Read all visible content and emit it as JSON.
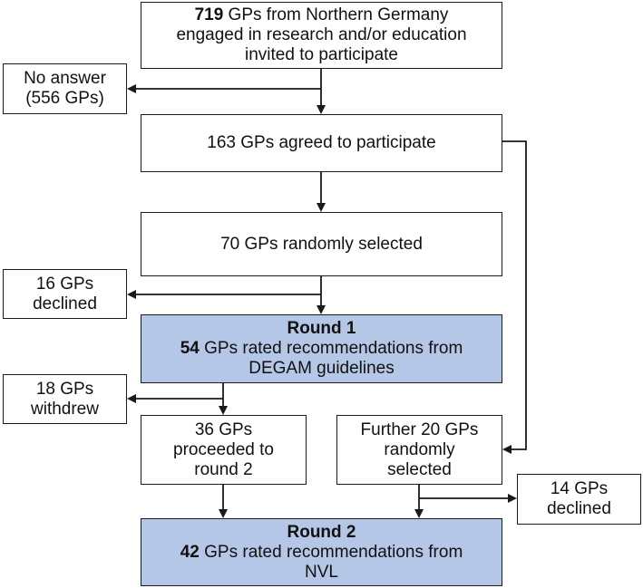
{
  "diagram": {
    "invited": {
      "bold": "719",
      "line1_rest": " GPs from Northern Germany",
      "line2": "engaged in research and/or education",
      "line3": "invited to participate"
    },
    "no_answer": {
      "line1": "No answer",
      "line2": "(556 GPs)"
    },
    "agreed": {
      "text": "163 GPs agreed to participate"
    },
    "random70": {
      "text": "70 GPs randomly selected"
    },
    "declined16": {
      "line1": "16 GPs",
      "line2": "declined"
    },
    "round1": {
      "title": "Round 1",
      "bold": "54",
      "line2_rest": " GPs rated recommendations from",
      "line3": "DEGAM guidelines"
    },
    "withdrew": {
      "line1": "18 GPs",
      "line2": "withdrew"
    },
    "proceeded": {
      "line1": "36 GPs",
      "line2": "proceeded to",
      "line3": "round 2"
    },
    "further": {
      "line1": "Further 20 GPs",
      "line2": "randomly",
      "line3": "selected"
    },
    "declined14": {
      "line1": "14 GPs",
      "line2": "declined"
    },
    "round2": {
      "title": "Round 2",
      "bold": "42",
      "line2_rest": " GPs rated recommendations from",
      "line3": "NVL"
    },
    "colors": {
      "round_fill": "#b4c7e7",
      "box_fill": "#ffffff",
      "line": "#1a1a1a"
    }
  }
}
